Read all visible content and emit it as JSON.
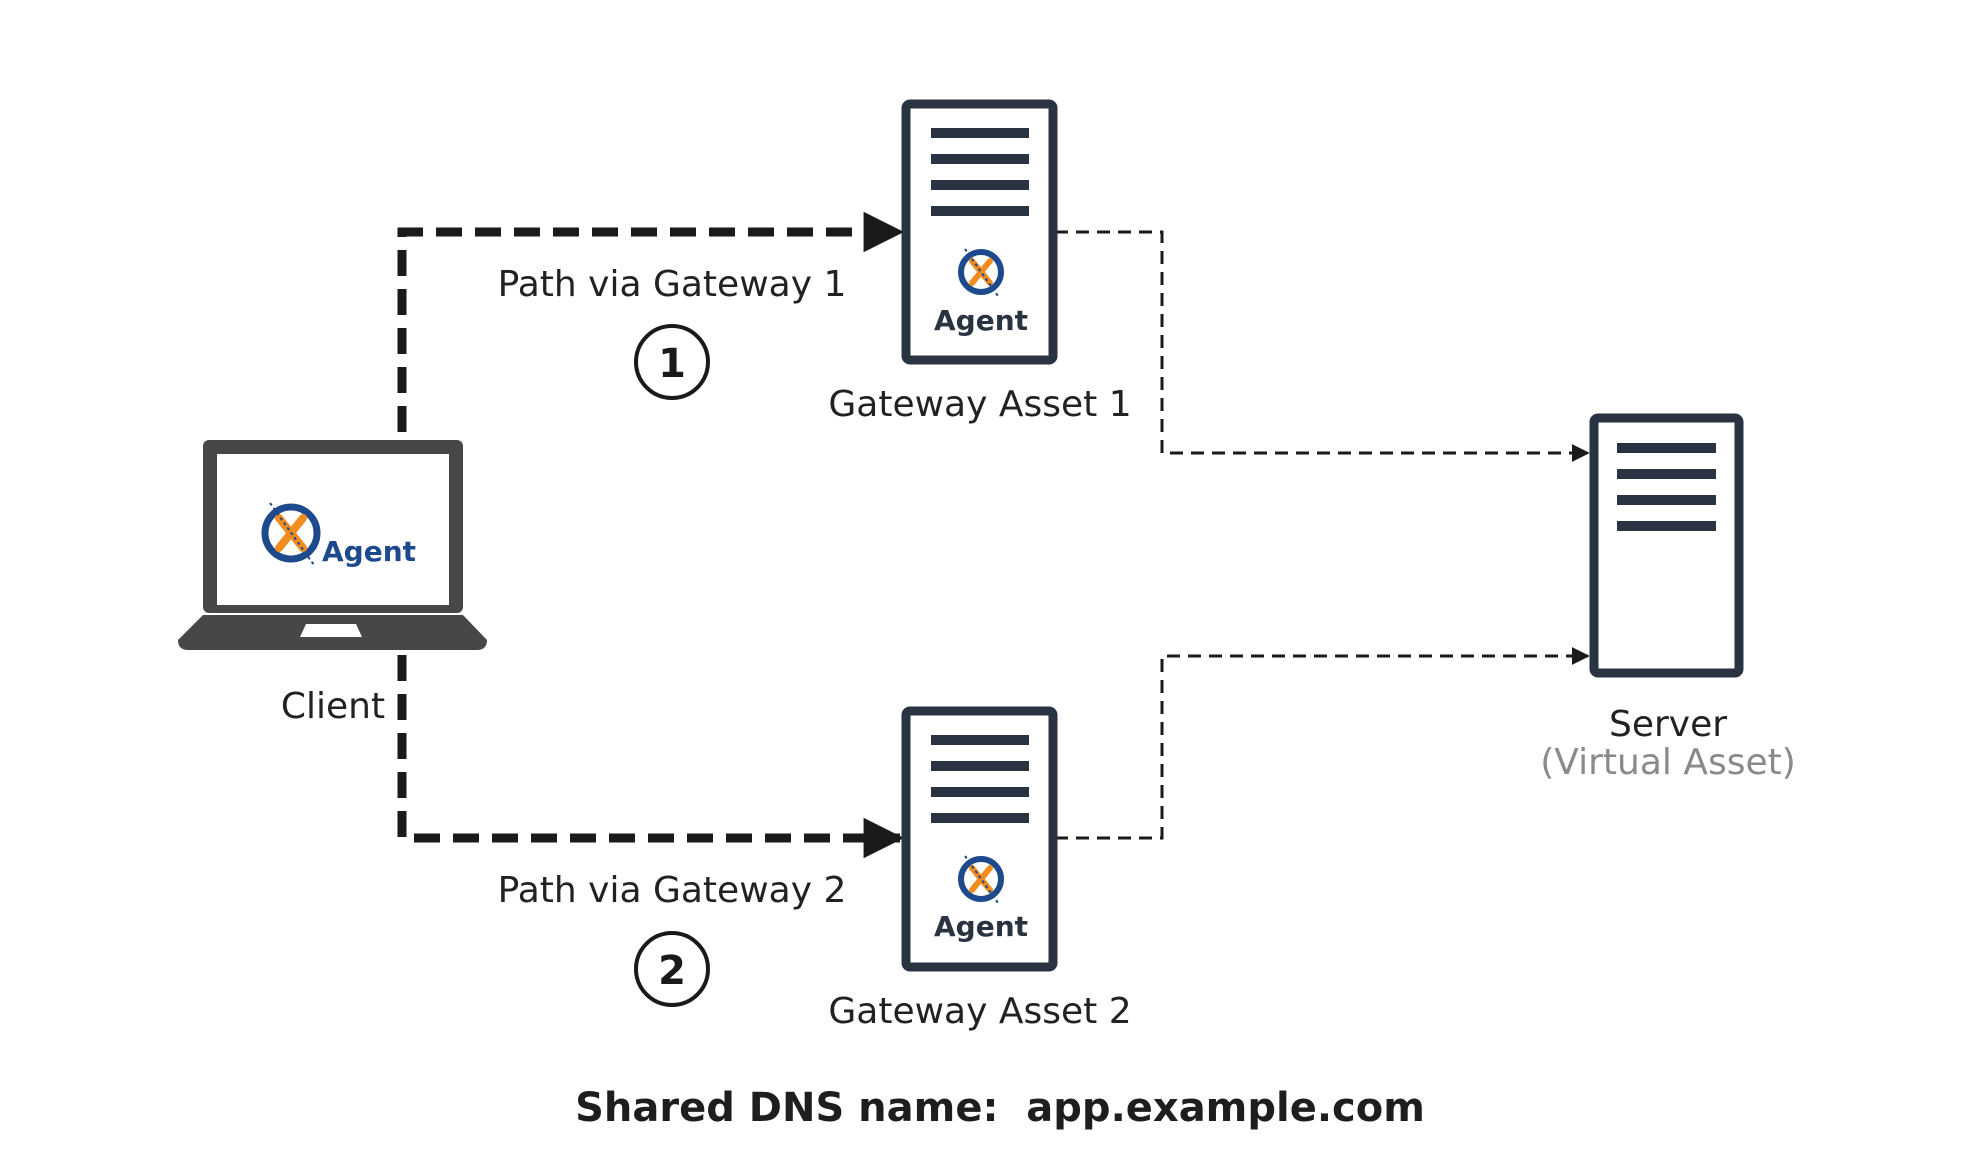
{
  "client": {
    "label": "Client",
    "agent_label": "Agent"
  },
  "gateway1": {
    "label": "Gateway Asset 1",
    "agent_label": "Agent"
  },
  "gateway2": {
    "label": "Gateway Asset 2",
    "agent_label": "Agent"
  },
  "server": {
    "label": "Server",
    "sublabel": "(Virtual Asset)"
  },
  "paths": [
    {
      "label": "Path via Gateway 1",
      "number": "1"
    },
    {
      "label": "Path via Gateway 2",
      "number": "2"
    }
  ],
  "footer": "Shared DNS name:  app.example.com",
  "colors": {
    "device_dark": "#2a3342",
    "laptop": "#474747",
    "agent_blue": "#1d4a8c",
    "agent_orange": "#f28c1e",
    "muted_text": "#8a8a8a"
  }
}
